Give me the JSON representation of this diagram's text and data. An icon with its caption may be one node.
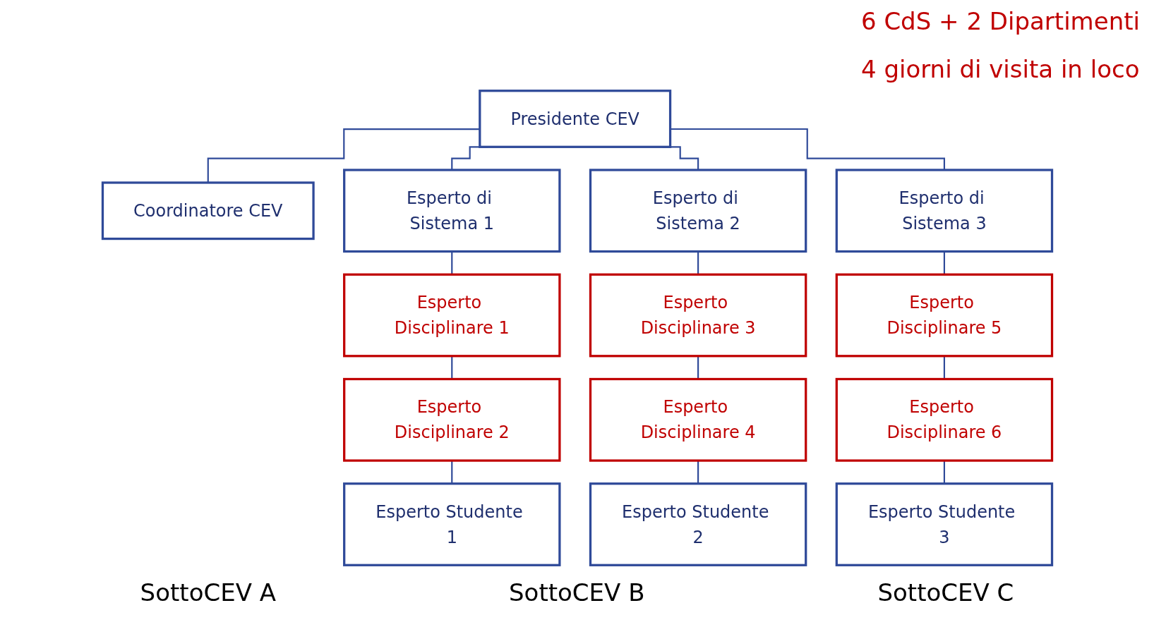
{
  "diagram": {
    "nodes": [
      {
        "text": [
          "Presidente CEV"
        ]
      },
      {
        "text": [
          "Coordinatore CEV"
        ]
      },
      {
        "text": [
          "Esperto di Sistema 1"
        ]
      },
      {
        "text": [
          "Esperto Disciplinare 1"
        ]
      },
      {
        "text": [
          "Esperto Disciplinare 2"
        ]
      },
      {
        "text": [
          "Esperto Studente 1"
        ]
      },
      {
        "text": [
          "Esperto di Sistema 2"
        ]
      },
      {
        "text": [
          "Esperto Disciplinare 3"
        ]
      },
      {
        "text": [
          "Esperto Disciplinare 4"
        ]
      },
      {
        "text": [
          "Esperto Studente 2"
        ]
      },
      {
        "text": [
          "Esperto di Sistema 3"
        ]
      },
      {
        "text": [
          "Esperto Disciplinare 5"
        ]
      },
      {
        "text": [
          "Esperto Disciplinare 6"
        ]
      },
      {
        "text": [
          "Esperto Studente 3"
        ]
      }
    ],
    "edges": [
      {
        "from": 0,
        "to": 1,
        "arrow": "none"
      },
      {
        "from": 0,
        "to": 2,
        "arrow": "none"
      },
      {
        "from": 0,
        "to": 6,
        "arrow": "none"
      },
      {
        "from": 0,
        "to": 10,
        "arrow": "none"
      },
      {
        "from": 2,
        "to": 3,
        "arrow": "none"
      },
      {
        "from": 3,
        "to": 4,
        "arrow": "none"
      },
      {
        "from": 4,
        "to": 5,
        "arrow": "none"
      },
      {
        "from": 6,
        "to": 7,
        "arrow": "none"
      },
      {
        "from": 7,
        "to": 8,
        "arrow": "none"
      },
      {
        "from": 8,
        "to": 9,
        "arrow": "none"
      },
      {
        "from": 10,
        "to": 11,
        "arrow": "none"
      },
      {
        "from": 11,
        "to": 12,
        "arrow": "none"
      },
      {
        "from": 12,
        "to": 13,
        "arrow": "none"
      }
    ],
    "labels": [
      "6 CdS + 2 Dipartimenti",
      "4 giorni di visita in loco",
      "SottoCEV A",
      "SottoCEV B",
      "SottoCEV C"
    ]
  }
}
